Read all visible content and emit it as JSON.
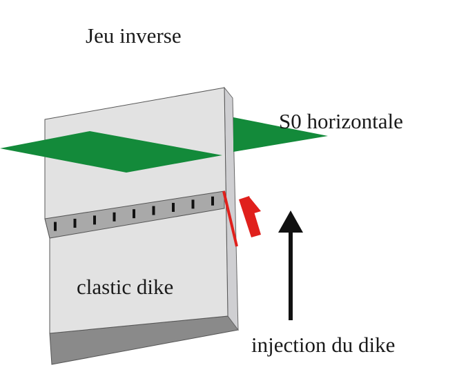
{
  "labels": {
    "title": "Jeu inverse",
    "bedding": "S0 horizontale",
    "dike": "clastic dike",
    "arrow": "injection du dike"
  },
  "colors": {
    "block_face": "#e2e2e2",
    "block_side": "#cfcfd2",
    "block_bottom": "#8a8a8a",
    "band": "#a9a9a9",
    "plane": "#138a3a",
    "shear": "#e0201c",
    "arrow": "#111111"
  }
}
